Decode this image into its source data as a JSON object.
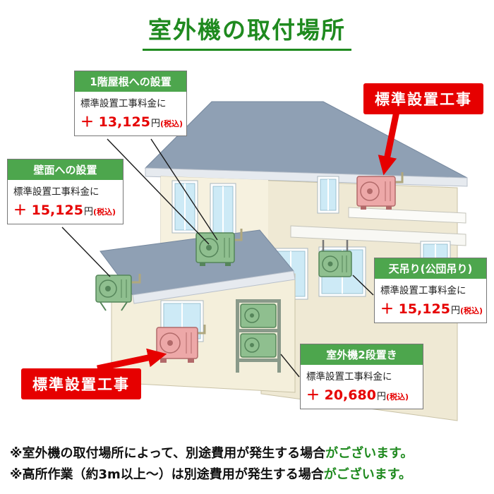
{
  "page": {
    "title": "室外機の取付場所"
  },
  "callouts": [
    {
      "heading": "1階屋根への設置",
      "body": "標準設置工事料金に",
      "price": "＋ 13,125",
      "unit": "円",
      "tax": "(税込)"
    },
    {
      "heading": "壁面への設置",
      "body": "標準設置工事料金に",
      "price": "＋ 15,125",
      "unit": "円",
      "tax": "(税込)"
    },
    {
      "heading": "天吊り(公団吊り)",
      "body": "標準設置工事料金に",
      "price": "＋ 15,125",
      "unit": "円",
      "tax": "(税込)"
    },
    {
      "heading": "室外機2段置き",
      "body": "標準設置工事料金に",
      "price": "＋ 20,680",
      "unit": "円",
      "tax": "(税込)"
    }
  ],
  "standard_labels": {
    "top_right": "標準設置工事",
    "bottom_left": "標準設置工事"
  },
  "notes": [
    {
      "black": "※室外機の取付場所によって、別途費用が発生する場合",
      "green": "がございます。"
    },
    {
      "black": "※高所作業（約3m以上〜）は別途費用が発生する場合",
      "green": "がございます。"
    }
  ],
  "colors": {
    "title_green": "#1f8a1f",
    "header_green": "#4da64d",
    "price_red": "#e60000",
    "label_red": "#e60000",
    "roof": "#8fa0b4",
    "wall": "#f4efdc",
    "window": "#cdeaf6",
    "unit_green": "#8fbf8f",
    "unit_pink": "#eda8a8"
  }
}
